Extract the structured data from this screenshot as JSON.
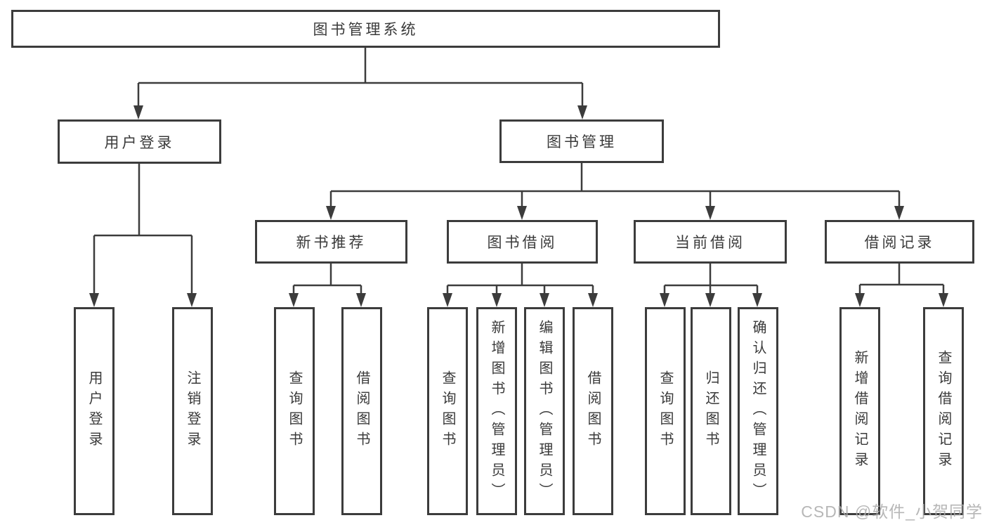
{
  "diagram": {
    "root_label": "图书管理系统",
    "user_branch": {
      "label": "用户登录",
      "leaves": [
        "用户登录",
        "注销登录"
      ]
    },
    "book_branch": {
      "label": "图书管理",
      "groups": [
        {
          "label": "新书推荐",
          "leaves": [
            "查询图书",
            "借阅图书"
          ]
        },
        {
          "label": "图书借阅",
          "leaves": [
            "查询图书",
            "新增图书（管理员）",
            "编辑图书（管理员）",
            "借阅图书"
          ]
        },
        {
          "label": "当前借阅",
          "leaves": [
            "查询图书",
            "归还图书",
            "确认归还（管理员）"
          ]
        },
        {
          "label": "借阅记录",
          "leaves": [
            "新增借阅记录",
            "查询借阅记录"
          ]
        }
      ]
    }
  },
  "watermark": "CSDN @软件_小贺同学",
  "colors": {
    "line": "#3c3c3c",
    "text": "#3a3a3a",
    "watermark": "#aaaaaa",
    "background": "#ffffff"
  }
}
